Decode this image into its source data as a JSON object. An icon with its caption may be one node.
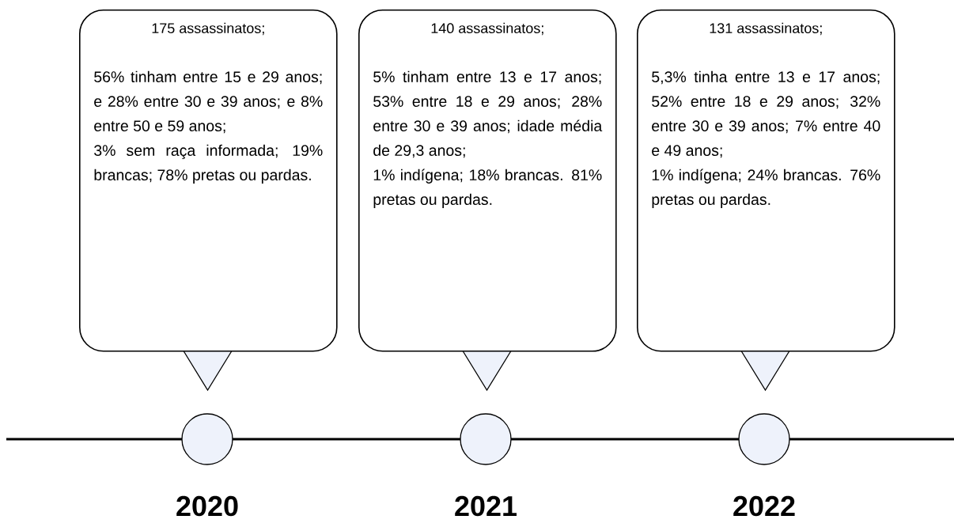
{
  "diagram": {
    "nodes": [
      {
        "text": [
          "175 assassinatos;",
          "56% tinham entre 15 e 29 anos; e 28% entre 30 e 39 anos; e 8% entre 50 e 59 anos;",
          "3% sem raça informada; 19% brancas; 78% pretas ou pardas."
        ]
      },
      {
        "text": [
          "140 assassinatos;",
          "5% tinham entre 13 e 17 anos; 53% entre 18 e 29 anos; 28% entre 30 e 39 anos; idade média de 29,3 anos;",
          "1% indígena; 18% brancas. 81% pretas ou pardas."
        ]
      },
      {
        "text": [
          "131 assassinatos;",
          "5,3% tinha entre 13 e 17 anos; 52% entre 18 e 29 anos; 32% entre 30 e 39 anos; 7% entre 40 e 49 anos;",
          "1% indígena; 24% brancas. 76% pretas ou pardas."
        ]
      },
      {
        "text": [],
        "shape": "circle",
        "beside": [
          "2020"
        ]
      },
      {
        "text": [],
        "shape": "circle",
        "beside": [
          "2021"
        ]
      },
      {
        "text": [],
        "shape": "circle",
        "beside": [
          "2022"
        ]
      }
    ]
  }
}
